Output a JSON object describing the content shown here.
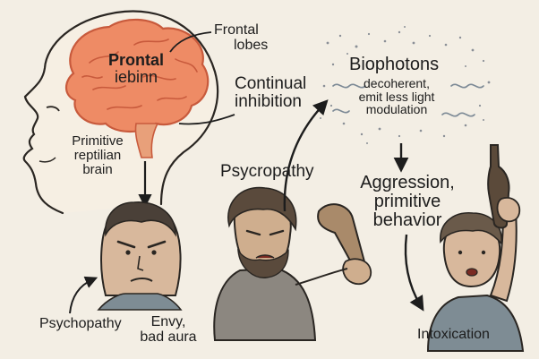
{
  "labels": {
    "frontal_lobes": [
      "Frontal",
      "lobes"
    ],
    "brain_text": [
      "Prontal",
      "iebinn"
    ],
    "continual_inhibition": [
      "Continual",
      "inhibition"
    ],
    "primitive_brain": [
      "Primitive",
      "reptilian",
      "brain"
    ],
    "biophotons_title": "Biophotons",
    "biophotons_desc": [
      "decoherent,",
      "emit less light",
      "modulation"
    ],
    "psycropathy": "Psycropathy",
    "aggression": [
      "Aggression,",
      "primitive",
      "behavior"
    ],
    "psychopathy": "Psychopathy",
    "envy": [
      "Envy,",
      "bad aura"
    ],
    "intoxication": "Intoxication"
  },
  "colors": {
    "background": "#f3eee4",
    "brain_fill": "#ee8b65",
    "brain_stroke": "#c85a3c",
    "ink": "#1d1d1d",
    "skin": "#d8b89c",
    "hair": "#4a4038",
    "cave_skin": "#cfae8e",
    "fur": "#8c8780",
    "shirt": "#7e8c94",
    "bottle": "#5b4a3a"
  }
}
